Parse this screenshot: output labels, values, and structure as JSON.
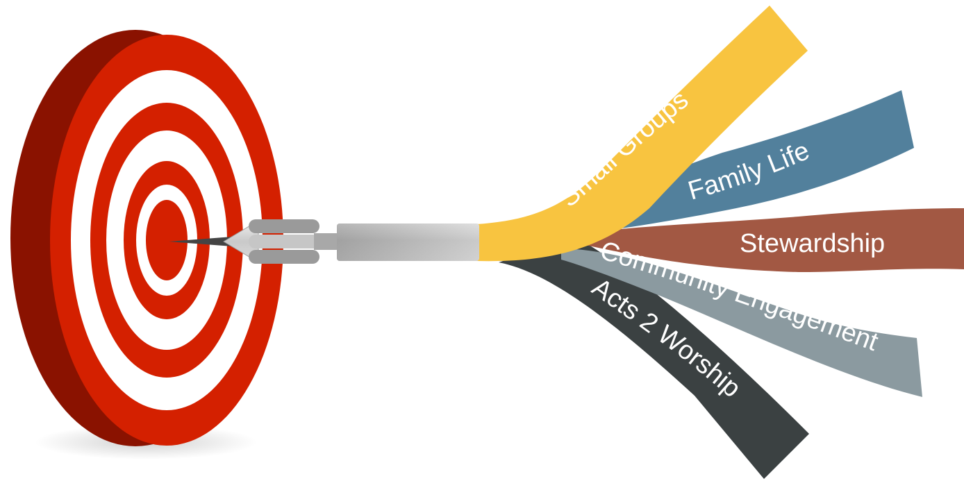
{
  "diagram": {
    "colors": {
      "target_red": "#d42000",
      "target_dark_red": "#8a1200",
      "target_white": "#ffffff",
      "dart_gray": "#9a9a9a"
    },
    "ribbons": [
      {
        "label": "Small Groups",
        "color": "#f8c440"
      },
      {
        "label": "Family Life",
        "color": "#52809c"
      },
      {
        "label": "Stewardship",
        "color": "#a25843"
      },
      {
        "label": "Community Engagement",
        "color": "#8b9aa0"
      },
      {
        "label": "Acts 2 Worship",
        "color": "#3b4142"
      }
    ]
  }
}
